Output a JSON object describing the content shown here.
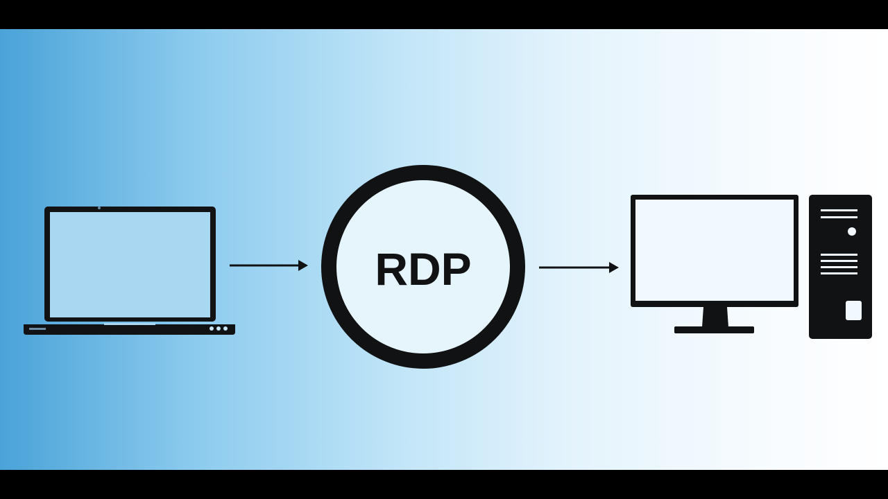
{
  "diagram": {
    "center_label": "RDP",
    "nodes": [
      {
        "id": "client",
        "icon": "laptop-icon"
      },
      {
        "id": "protocol",
        "icon": "circle-ring"
      },
      {
        "id": "host",
        "icon": "desktop-computer-icon"
      }
    ],
    "edges": [
      {
        "from": "client",
        "to": "protocol"
      },
      {
        "from": "protocol",
        "to": "host"
      }
    ]
  },
  "colors": {
    "gradient_left": "#4aa3d8",
    "gradient_right": "#ffffff",
    "icon_fill": "#111214",
    "ring_inner": "#e6f4fc",
    "letterbox": "#000000"
  }
}
